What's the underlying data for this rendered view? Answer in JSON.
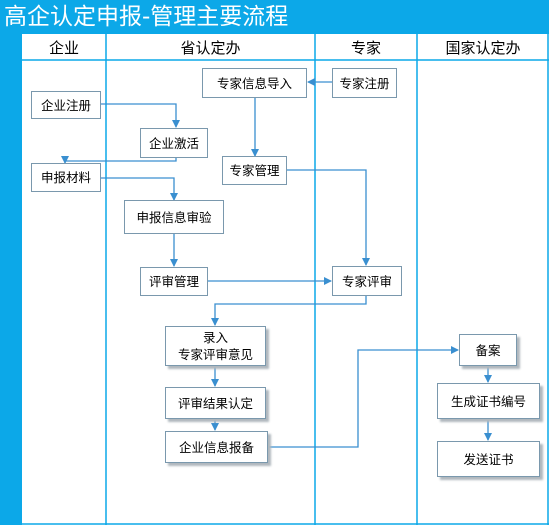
{
  "title": "高企认定申报-管理主要流程",
  "lanes": [
    "企业",
    "省认定办",
    "专家",
    "国家认定办"
  ],
  "nodes": {
    "enterprise_register": "企业注册",
    "expert_info_import": "专家信息导入",
    "expert_register": "专家注册",
    "enterprise_activate": "企业激活",
    "expert_management": "专家管理",
    "submit_materials": "申报材料",
    "declaration_review": "申报信息审验",
    "review_management": "评审管理",
    "expert_review": "专家评审",
    "enter_opinion_line1": "录入",
    "enter_opinion_line2": "专家评审意见",
    "result_confirm": "评审结果认定",
    "info_report": "企业信息报备",
    "filing": "备案",
    "generate_cert_no": "生成证书编号",
    "send_cert": "发送证书"
  },
  "colors": {
    "title_bg": "#0ca8e8",
    "title_text": "#ffffff",
    "lane_line": "#0ca8e8",
    "arrow": "#3a8fd0"
  }
}
